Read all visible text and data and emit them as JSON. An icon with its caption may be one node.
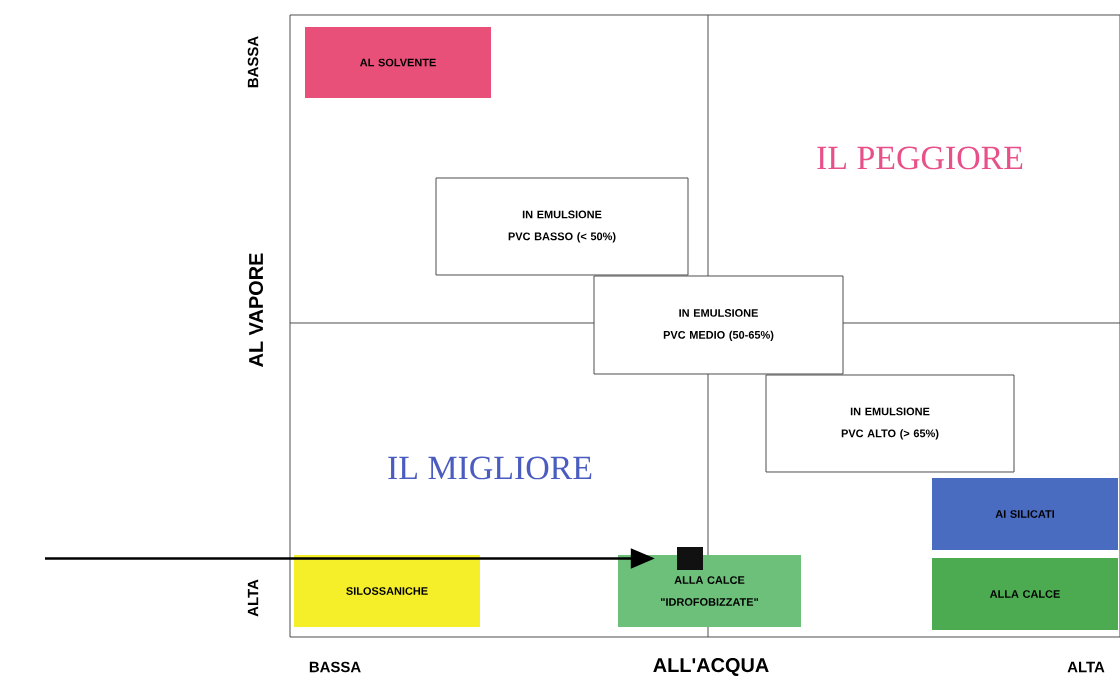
{
  "diagram": {
    "nodes": [
      {
        "text": [
          "AL SOLVENTE"
        ]
      },
      {
        "text": [
          "IN EMULSIONE",
          "PVC BASSO (< 50%)"
        ]
      },
      {
        "text": [
          "IN EMULSIONE",
          "PVC MEDIO (50-65%)"
        ]
      },
      {
        "text": [
          "IN EMULSIONE",
          "PVC ALTO (> 65%)"
        ]
      },
      {
        "text": [
          "AI SILICATI"
        ]
      },
      {
        "text": [
          "ALLA CALCE"
        ]
      },
      {
        "text": [
          "SILOSSANICHE"
        ]
      },
      {
        "text": [
          "ALLA CALCE \"IDROFOBIZZATE\""
        ]
      },
      {
        "text": [],
        "shape": "box"
      }
    ],
    "edges": [
      {
        "from": null,
        "to": 8,
        "arrow": "to"
      }
    ],
    "labels": [
      "BASSA",
      "IL PEGGIORE",
      "AL VAPORE",
      "IL MIGLIORE",
      "ALTA",
      "BASSA",
      "ALL'ACQUA",
      "ALTA"
    ]
  }
}
